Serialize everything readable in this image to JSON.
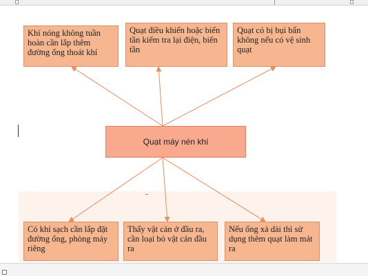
{
  "diagram": {
    "center": {
      "label": "Quạt máy nén khí"
    },
    "top_nodes": [
      {
        "label": "Khí nóng không tuần hoàn cần lắp thêm đường ống thoát khí"
      },
      {
        "label": "Quạt điều khiển hoặc biến tần kiểm tra lại điện, biến tần"
      },
      {
        "label": "Quạt có bị bụi bẩn không nếu có vệ sinh quạt"
      }
    ],
    "bottom_nodes": [
      {
        "label": "Có khí sạch cần lắp đặt đường ống, phòng máy riêng"
      },
      {
        "label": "Thấy vật cản ở đầu ra, cần loại bỏ vật cản đầu ra"
      },
      {
        "label": "Nếu ống xả dài thì sử dụng thêm quạt làm mát ra"
      }
    ],
    "colors": {
      "node_fill": "#f5b690",
      "center_fill": "#f8a98e",
      "connector": "#ee8a5c"
    }
  }
}
